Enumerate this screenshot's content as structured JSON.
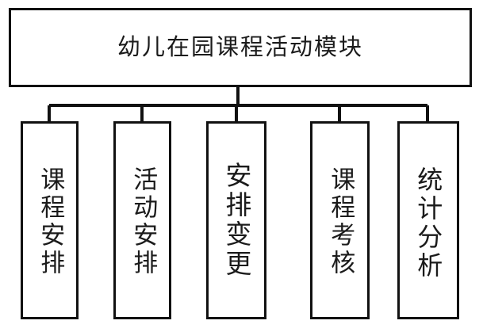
{
  "diagram": {
    "type": "hierarchy-tree",
    "orientation": "top-down",
    "background_color": "#ffffff",
    "stroke_color": "#111111",
    "text_color": "#1b1b1b",
    "root": {
      "label": "幼儿在园课程活动模块"
    },
    "children": [
      {
        "label": "课程安排"
      },
      {
        "label": "活动安排"
      },
      {
        "label": "安排变更"
      },
      {
        "label": "课程考核"
      },
      {
        "label": "统计分析"
      }
    ]
  }
}
